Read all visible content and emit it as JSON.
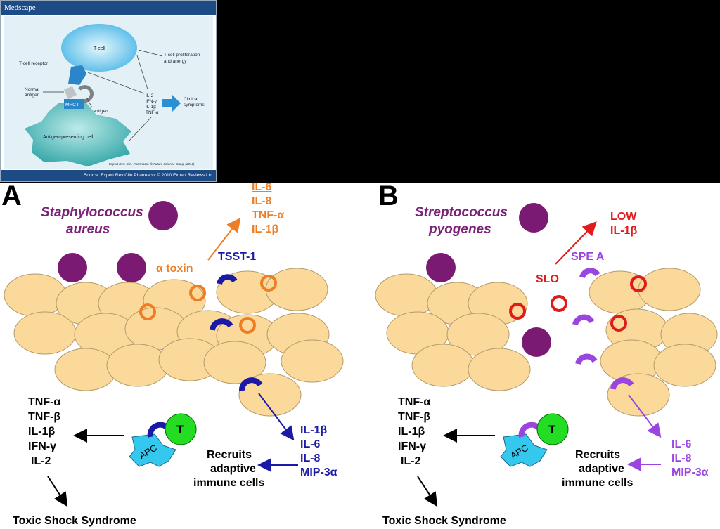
{
  "inset": {
    "header": "Medscape",
    "tcell": "T-cell",
    "tcr": "T-cell receptor",
    "prolif_1": "T-cell proliferation",
    "prolif_2": "and anergy",
    "normal_1": "Normal",
    "normal_2": "antigen",
    "superantigen": "Superantigen",
    "mhc": "MHC II",
    "apc": "Antigen-presenting cell",
    "il2": "IL-2",
    "ifn": "IFN-γ",
    "il1": "IL-1β",
    "tnf": "TNF-α",
    "clin_1": "Clinical",
    "clin_2": "symptoms",
    "credit": "Expert Rev. Clin. Pharmacol. © Future Science Group (2010)",
    "source": "Source: Expert Rev Clin Pharmacol © 2010 Expert Reviews Ltd"
  },
  "panel_a": {
    "letter": "A",
    "species_1": "Staphylococcus",
    "species_2": "aureus",
    "alpha_toxin": "α toxin",
    "tsst": "TSST-1",
    "cyto_top": [
      "IL-6",
      "IL-8",
      "TNF-α",
      "IL-1β"
    ],
    "cyto_right": [
      "IL-1β",
      "IL-6",
      "IL-8",
      "MIP-3α"
    ],
    "recruits": [
      "Recruits",
      "adaptive",
      "immune cells"
    ],
    "cyto_left": [
      "TNF-α",
      "TNF-β",
      "IL-1β",
      "IFN-γ",
      "IL-2"
    ],
    "t": "T",
    "apc": "APC",
    "shock": "Toxic Shock Syndrome"
  },
  "panel_b": {
    "letter": "B",
    "species_1": "Streptococcus",
    "species_2": "pyogenes",
    "low": "LOW",
    "low_il": "IL-1β",
    "slo": "SLO",
    "spea": "SPE A",
    "cyto_right": [
      "IL-6",
      "IL-8",
      "MIP-3α"
    ],
    "recruits": [
      "Recruits",
      "adaptive",
      "immune cells"
    ],
    "cyto_left": [
      "TNF-α",
      "TNF-β",
      "IL-1β",
      "IFN-γ",
      "IL-2"
    ],
    "t": "T",
    "apc": "APC",
    "shock": "Toxic Shock Syndrome"
  },
  "colors": {
    "cell": "#fad99b",
    "bacteria": "#7b1a73",
    "orange": "#ef7d23",
    "red": "#e11b1b",
    "blue": "#1a1aa6",
    "purple": "#9b45e0",
    "t_cell": "#22dd22",
    "apc": "#35c8ee"
  }
}
